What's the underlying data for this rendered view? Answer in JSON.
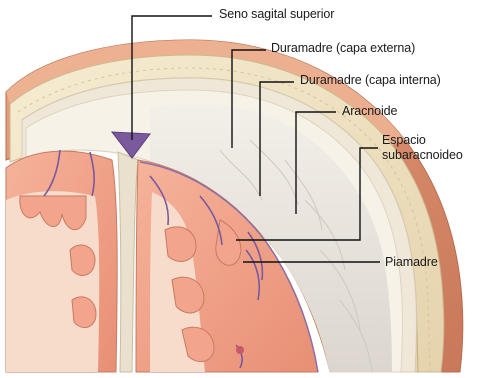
{
  "labels": {
    "seno_sagital": "Seno sagital superior",
    "duramadre_externa": "Duramadre (capa externa)",
    "duramadre_interna": "Duramadre (capa interna)",
    "aracnoide": "Aracnoide",
    "espacio_line1": "Espacio",
    "espacio_line2": "subaracnoideo",
    "piamadre": "Piamadre"
  },
  "colors": {
    "skin": "#d98f6a",
    "bone": "#f0e3c4",
    "dura": "#efe9dc",
    "dura_inner": "#f6f0e6",
    "arachnoid": "#e6e2ee",
    "subarachnoid_space": "#ece7e2",
    "cortex": "#f2a48c",
    "white_matter": "#f8dccb",
    "vessel": "#7a5a9c",
    "leader_line": "#111111"
  }
}
